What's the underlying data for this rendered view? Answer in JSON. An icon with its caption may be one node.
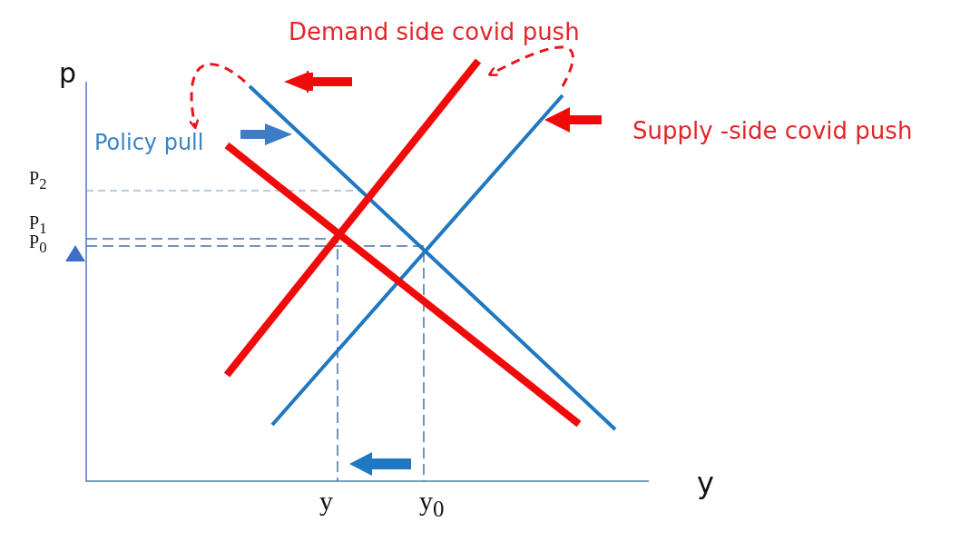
{
  "diagram": {
    "labels": [
      "Demand side covid push",
      "p",
      "Supply -side covid push",
      "Policy pull",
      "P$_{2}$",
      "P$_{1}$",
      "P$_{0}$",
      "y",
      "y",
      "y$_{0}$"
    ]
  }
}
